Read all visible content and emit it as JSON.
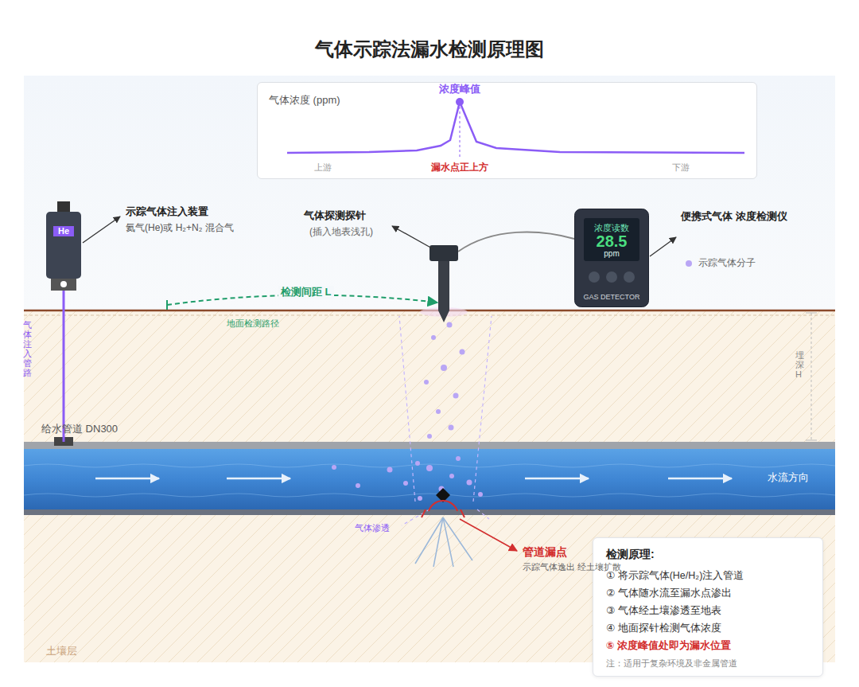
{
  "diagram": {
    "title": "气体示踪法漏水检测原理图",
    "nodes": [
      {
        "text": [
          "气体浓度 (ppm)",
          "浓度峰值",
          "上游",
          "漏水点正上方",
          "下游"
        ]
      },
      {
        "text": [
          "He"
        ]
      },
      {
        "text": [
          "浓度读数",
          "28.5",
          "ppm",
          "GAS DETECTOR"
        ]
      },
      {
        "text": [
          "给水管道 DN300",
          "水流方向"
        ]
      },
      {
        "text": [
          "检测原理:",
          "① 将示踪气体(He/H₂)注入管道",
          "② 气体随水流至漏水点渗出",
          "③ 气体经土壤渗透至地表",
          "④ 地面探针检测气体浓度",
          "⑤ 浓度峰值处即为漏水位置",
          "注：适用于复杂环境及非金属管道"
        ]
      }
    ],
    "edges": [
      {
        "from": 1,
        "to": 3,
        "arrow": "none"
      }
    ],
    "labels": [
      "示踪气体注入装置",
      "氦气(He)或 H₂+N₂ 混合气",
      "气体探测探针",
      "(插入地表浅孔)",
      "便携式气体 浓度检测仪",
      "检测间距 L",
      "地面检测路径",
      "气体注入管路",
      "埋深 H",
      "气体渗透",
      "管道漏点",
      "示踪气体逸出 经土壤扩散",
      "土壤层"
    ],
    "legend": [
      {
        "text": "示踪气体分子",
        "color": "#b9a6f5"
      }
    ]
  }
}
